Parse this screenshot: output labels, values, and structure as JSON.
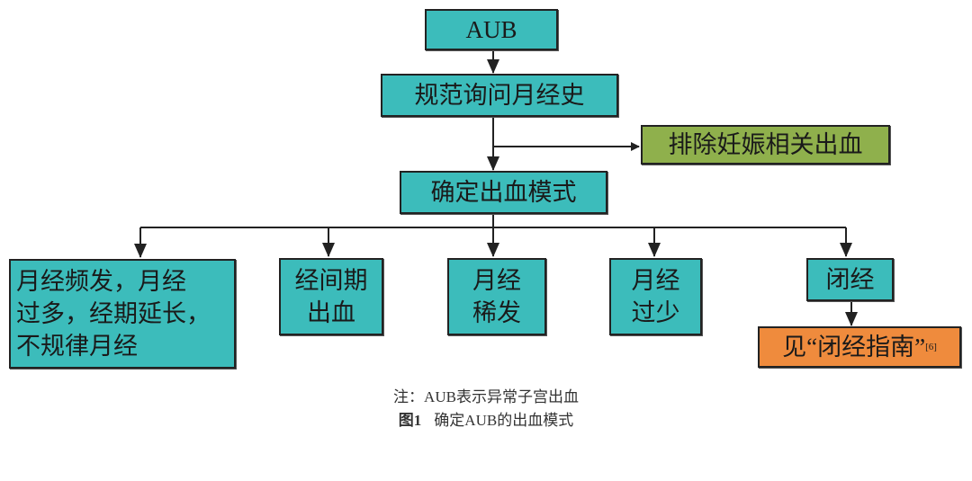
{
  "nodes": {
    "aub": "AUB",
    "history": "规范询问月经史",
    "exclude_pregnancy": "排除妊娠相关出血",
    "pattern": "确定出血模式",
    "frequent": "月经频发，月经\n过多，经期延长，\n不规律月经",
    "intermenstrual": "经间期\n出血",
    "infrequent": "月经\n稀发",
    "scanty": "月经\n过少",
    "amenorrhea": "闭经",
    "see_guideline": "见“闭经指南”",
    "see_guideline_ref": "[6]"
  },
  "colors": {
    "main": "#3cbcbb",
    "exclude": "#8fb04c",
    "guideline": "#ef8b3d"
  },
  "note": "注：AUB表示异常子宫出血",
  "caption": {
    "label": "图1",
    "text": "确定AUB的出血模式"
  }
}
